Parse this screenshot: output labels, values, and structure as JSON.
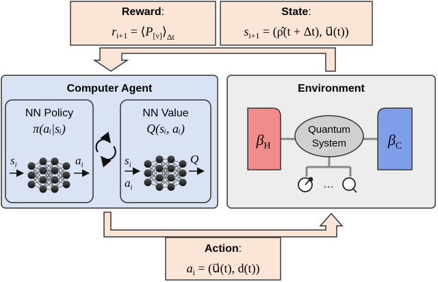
{
  "reward": {
    "label": "Reward",
    "colon": ":",
    "formula_lhs": "r",
    "formula_lhs_sub": "i+1",
    "formula_eq": " = ⟨",
    "formula_p": "P",
    "formula_p_sub": "[ν]",
    "formula_close": "⟩",
    "formula_close_sub": "Δt"
  },
  "state": {
    "label": "State",
    "colon": ":",
    "formula_lhs": "s",
    "formula_lhs_sub": "i+1",
    "formula_rhs": " = (ρ̂(t + Δt), u⃗(t))"
  },
  "agent": {
    "title": "Computer Agent",
    "policy_title": "NN Policy",
    "policy_formula": "π(aᵢ|sᵢ)",
    "policy_input": "s",
    "policy_input_sub": "i",
    "policy_output": "a",
    "policy_output_sub": "i",
    "value_title": "NN Value",
    "value_formula": "Q(sᵢ, aᵢ)",
    "value_input1": "s",
    "value_input1_sub": "i",
    "value_input2": "a",
    "value_input2_sub": "i",
    "value_output": "Q"
  },
  "environment": {
    "title": "Environment",
    "hot_bath": "β",
    "hot_bath_sub": "H",
    "cold_bath": "β",
    "cold_bath_sub": "C",
    "system_line1": "Quantum",
    "system_line2": "System",
    "ellipsis": "…"
  },
  "action": {
    "label": "Action",
    "colon": ":",
    "formula_lhs": "a",
    "formula_lhs_sub": "i",
    "formula_rhs": " = (u⃗(t), d(t))"
  },
  "colors": {
    "orange_fill": "#fbe5d6",
    "orange_stroke": "#3a3a3a",
    "agent_fill": "#dae3f3",
    "env_fill": "#ededed",
    "hot_fill": "#f08c8c",
    "cold_fill": "#7f9ee8",
    "system_fill": "#d0d0d0",
    "arrow_fill": "#fbe5d6"
  }
}
